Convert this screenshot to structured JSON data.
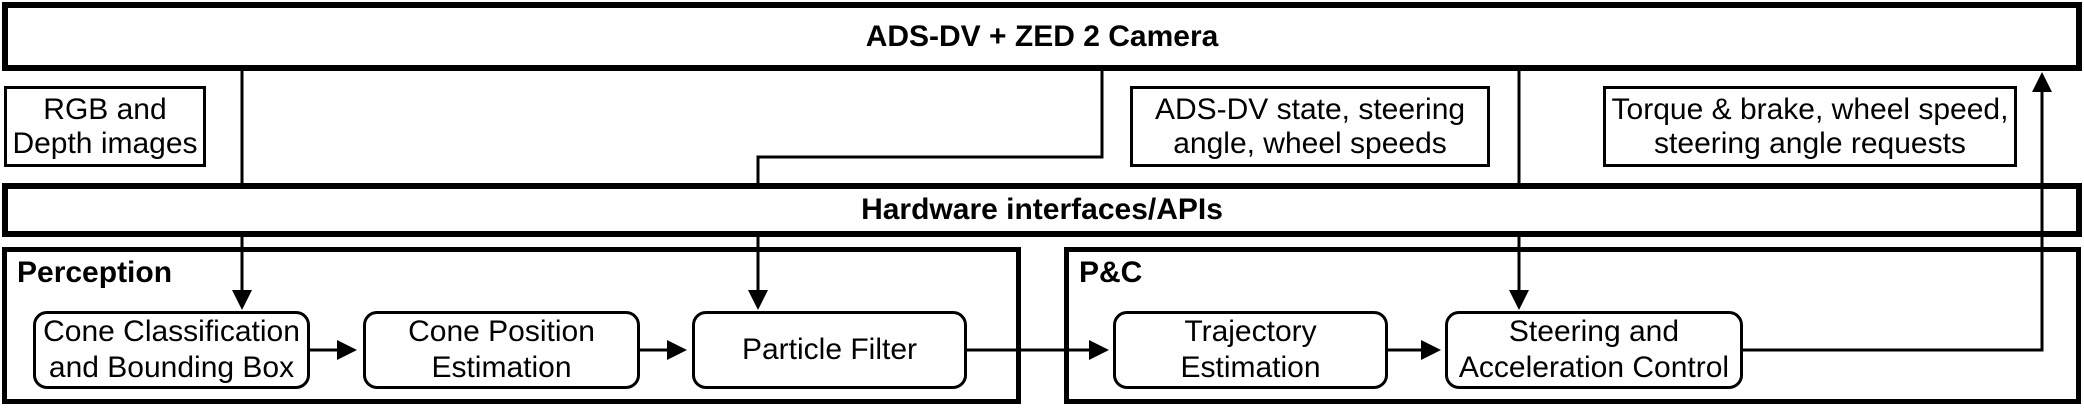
{
  "colors": {
    "background": "#ffffff",
    "stroke": "#000000",
    "text": "#000000"
  },
  "system_box": {
    "label": "ADS-DV + ZED 2 Camera"
  },
  "interface_bar": {
    "label": "Hardware interfaces/APIs"
  },
  "data_labels": {
    "camera_output": "RGB and\nDepth images",
    "vehicle_state": "ADS-DV state, steering\nangle, wheel speeds",
    "control_requests": "Torque & brake, wheel speed,\nsteering angle requests"
  },
  "perception": {
    "label": "Perception",
    "nodes": [
      {
        "label": "Cone Classification\nand Bounding Box"
      },
      {
        "label": "Cone Position\nEstimation"
      },
      {
        "label": "Particle Filter"
      }
    ]
  },
  "planning_control": {
    "label": "P&C",
    "nodes": [
      {
        "label": "Trajectory\nEstimation"
      },
      {
        "label": "Steering and\nAcceleration Control"
      }
    ]
  }
}
